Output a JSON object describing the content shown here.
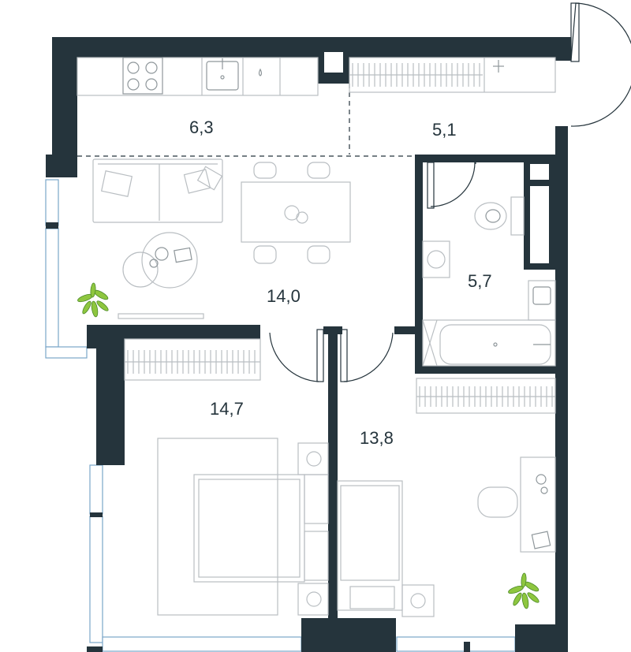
{
  "plan": {
    "rooms": [
      {
        "id": "kitchen",
        "area": "6,3"
      },
      {
        "id": "hall",
        "area": "5,1"
      },
      {
        "id": "bathroom",
        "area": "5,7"
      },
      {
        "id": "living",
        "area": "14,0"
      },
      {
        "id": "bedroom",
        "area": "14,7"
      },
      {
        "id": "kids-room",
        "area": "13,8"
      }
    ]
  },
  "colors": {
    "wall": "#25343c",
    "furniture_line": "#b9bec2",
    "window": "#7aa6c9",
    "plant": "#8ec63f"
  }
}
